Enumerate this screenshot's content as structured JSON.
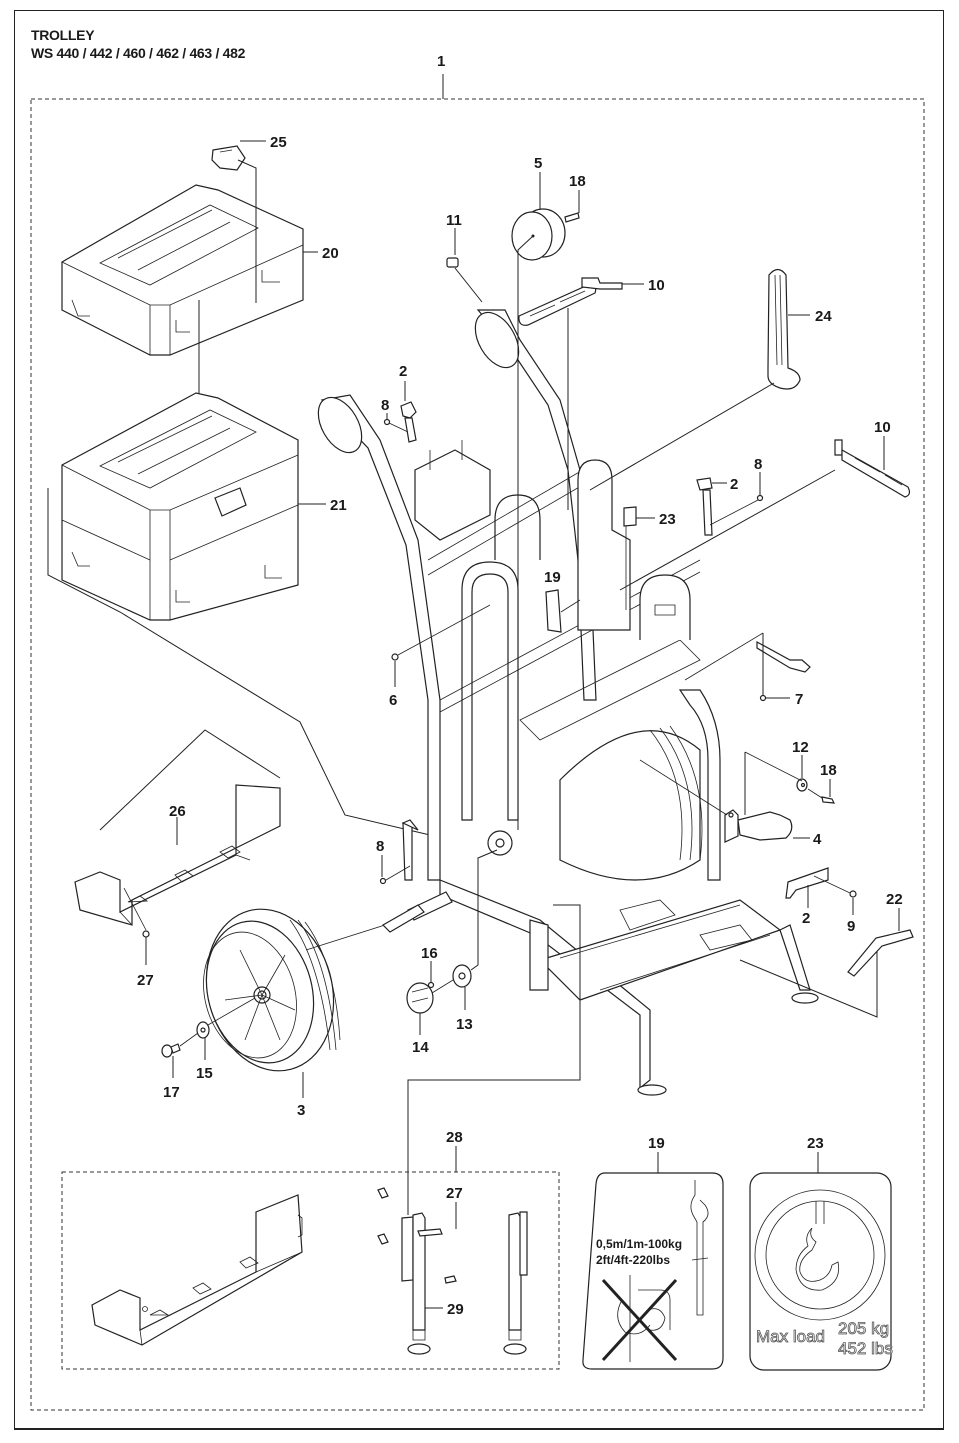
{
  "header": {
    "title": "TROLLEY",
    "models": "WS 440 / 442 / 460 / 462 / 463 / 482"
  },
  "assembly_label": "1",
  "callouts": {
    "c1": "1",
    "c2a": "2",
    "c2b": "2",
    "c2c": "2",
    "c3": "3",
    "c4": "4",
    "c5": "5",
    "c6": "6",
    "c7": "7",
    "c8a": "8",
    "c8b": "8",
    "c8c": "8",
    "c9": "9",
    "c10a": "10",
    "c10b": "10",
    "c11": "11",
    "c12": "12",
    "c13": "13",
    "c14": "14",
    "c15": "15",
    "c16": "16",
    "c17": "17",
    "c18a": "18",
    "c18b": "18",
    "c19": "19",
    "c20": "20",
    "c21": "21",
    "c22": "22",
    "c23": "23",
    "c24": "24",
    "c25": "25",
    "c26": "26",
    "c27a": "27",
    "c27b": "27",
    "c28": "28",
    "c29": "29",
    "c19_decal": "19",
    "c23_decal": "23"
  },
  "parts": [
    {
      "id": "1",
      "name": "trolley-assembly"
    },
    {
      "id": "2",
      "name": "bracket"
    },
    {
      "id": "3",
      "name": "wheel"
    },
    {
      "id": "4",
      "name": "hose-holder"
    },
    {
      "id": "5",
      "name": "pulley-wheel"
    },
    {
      "id": "6",
      "name": "nut"
    },
    {
      "id": "7",
      "name": "nut"
    },
    {
      "id": "8",
      "name": "screw"
    },
    {
      "id": "9",
      "name": "nut"
    },
    {
      "id": "10",
      "name": "strap"
    },
    {
      "id": "11",
      "name": "cap"
    },
    {
      "id": "12",
      "name": "washer"
    },
    {
      "id": "13",
      "name": "hub"
    },
    {
      "id": "14",
      "name": "hub-cap"
    },
    {
      "id": "15",
      "name": "washer"
    },
    {
      "id": "16",
      "name": "screw"
    },
    {
      "id": "17",
      "name": "bolt"
    },
    {
      "id": "18",
      "name": "screw"
    },
    {
      "id": "19",
      "name": "decal"
    },
    {
      "id": "20",
      "name": "toolbox-lid"
    },
    {
      "id": "21",
      "name": "toolbox"
    },
    {
      "id": "22",
      "name": "grip"
    },
    {
      "id": "23",
      "name": "decal"
    },
    {
      "id": "24",
      "name": "handle-strap"
    },
    {
      "id": "25",
      "name": "latch"
    },
    {
      "id": "26",
      "name": "tray"
    },
    {
      "id": "27",
      "name": "screw"
    },
    {
      "id": "28",
      "name": "stand-kit"
    },
    {
      "id": "29",
      "name": "stand-leg"
    }
  ],
  "decal_19": {
    "line1": "0,5m/1m-100kg",
    "line2": "2ft/4ft-220lbs"
  },
  "decal_23": {
    "label": "Max load",
    "kg": "205 kg",
    "lbs": "452 lbs"
  }
}
